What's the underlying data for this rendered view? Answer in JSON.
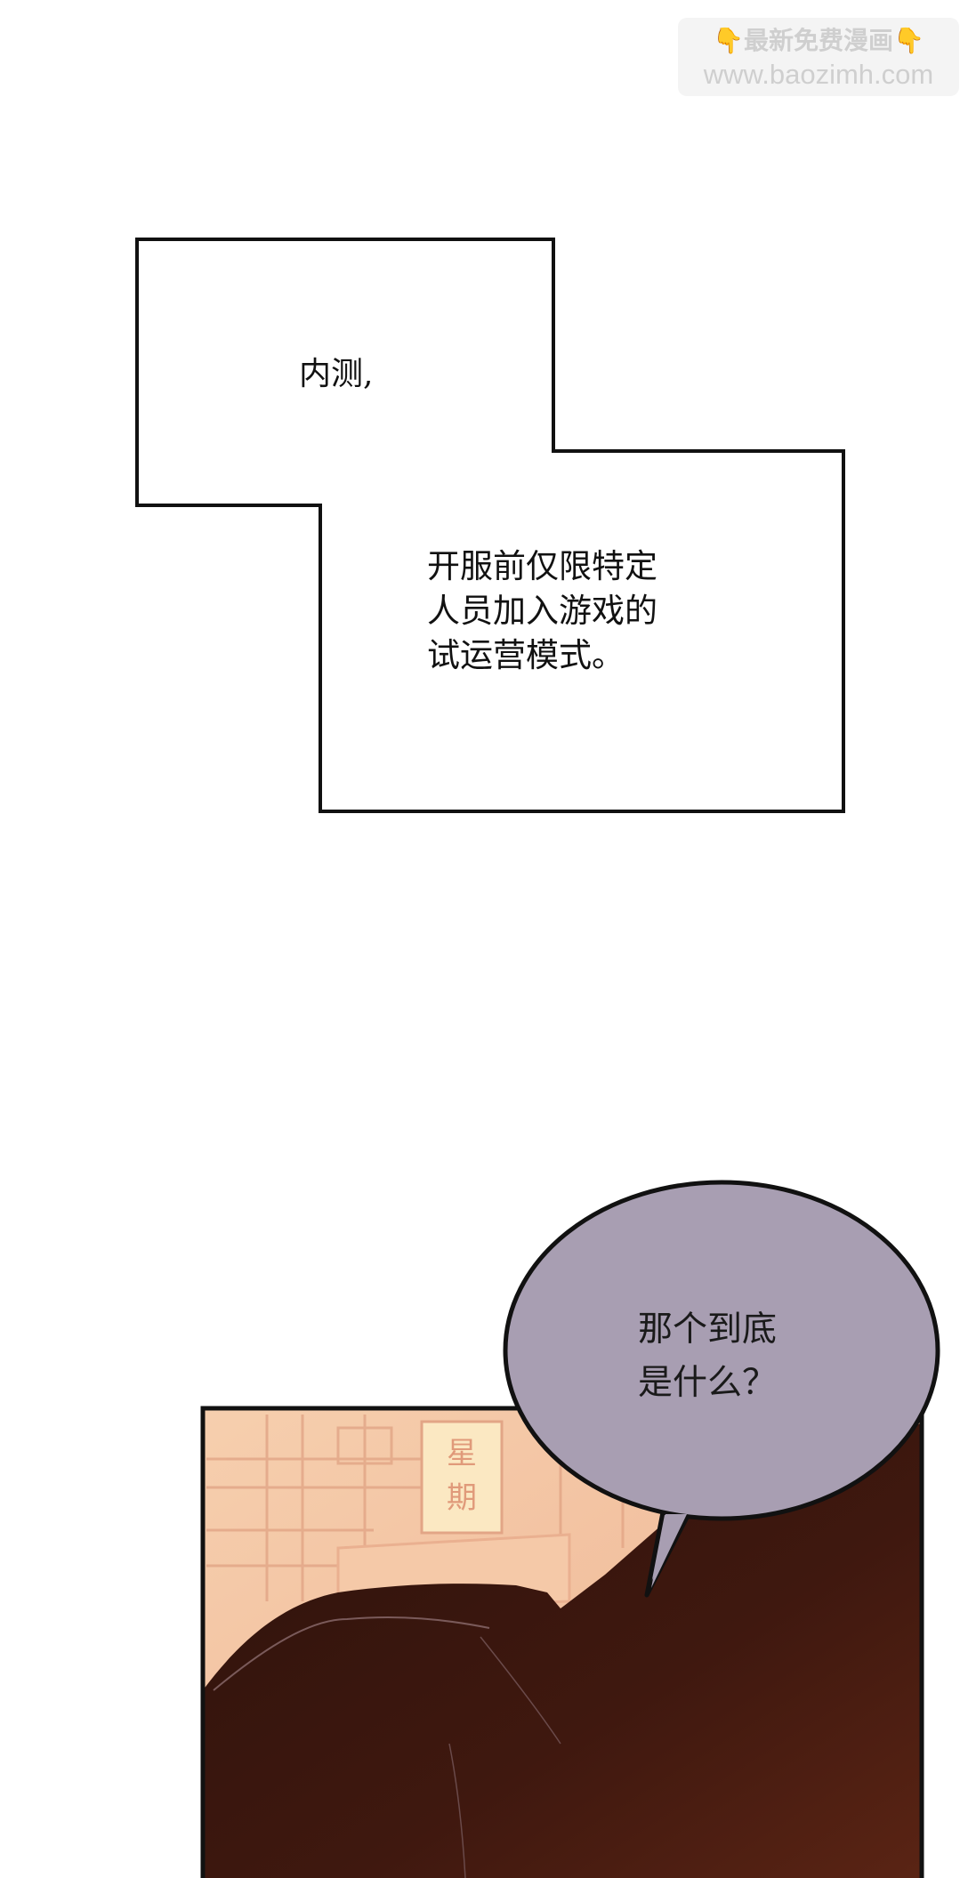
{
  "watermark": {
    "line1": "最新免费漫画",
    "hand_left": "👇",
    "hand_right": "👇",
    "line2": "www.baozimh.com"
  },
  "narration_box": {
    "caption_1": "内测,",
    "caption_2_lines": [
      "开服前仅限特定",
      "人员加入游戏的",
      "试运营模式。"
    ]
  },
  "speech_bubble": {
    "lines": [
      "那个到底",
      "是什么？"
    ],
    "fill_color": "#a89eb2"
  },
  "panel": {
    "background_colors": [
      "#f2c4a4",
      "#4a1e12"
    ],
    "sign_text": "星期"
  }
}
